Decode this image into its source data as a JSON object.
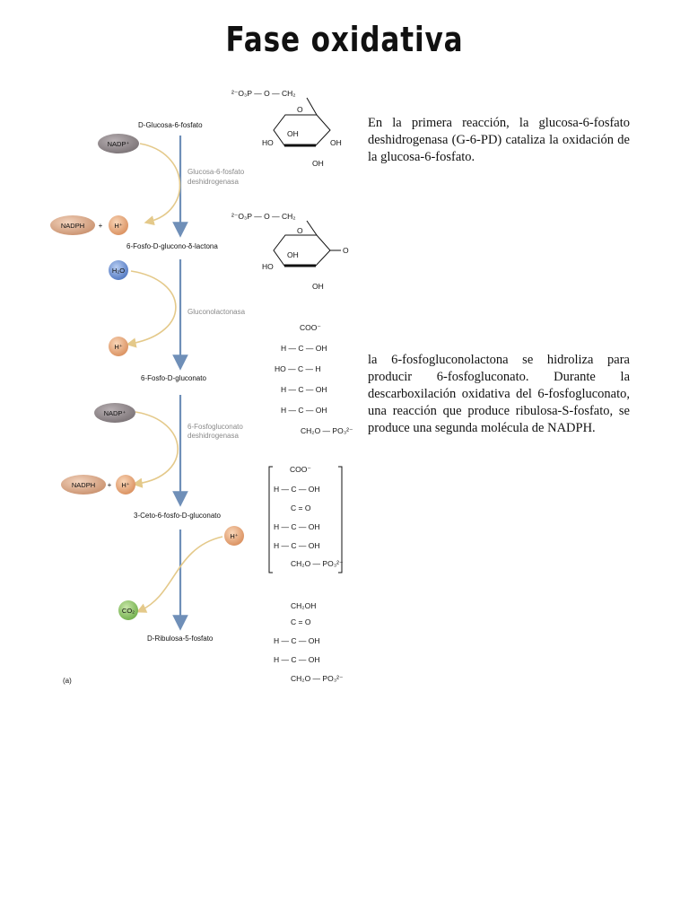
{
  "page": {
    "title": "Fase oxidativa"
  },
  "paragraphs": {
    "p1": "En la primera reacción, la glucosa-6-fosfato deshidrogenasa (G-6-PD) cataliza la oxidación de la glucosa-6-fosfato.",
    "p2": "la 6-fosfogluconolactona se hidroliza para producir 6-fosfogluconato. Durante la descarboxilación oxidativa del 6-fosfogluconato, una reacción que produce ribulosa-S-fosfato, se produce una segunda molécula de NADPH."
  },
  "figure": {
    "compounds": {
      "c1": "D-Glucosa-6-fosfato",
      "c2": "6-Fosfo-D-glucono-δ-lactona",
      "c3": "6-Fosfo-D-gluconato",
      "c4": "3-Ceto-6-fosfo-D-gluconato",
      "c5": "D-Ribulosa-5-fosfato"
    },
    "enzymes": {
      "e1a": "Glucosa-6-fosfato",
      "e1b": "deshidrogenasa",
      "e2": "Gluconolactonasa",
      "e3a": "6-Fosfogluconato",
      "e3b": "deshidrogenasa"
    },
    "cofactors": {
      "nadp1": "NADP⁺",
      "nadph1": "NADPH",
      "plus1": "+",
      "h1": "H⁺",
      "h2o": "H₂O",
      "h2": "H⁺",
      "nadp2": "NADP⁺",
      "nadph2": "NADPH",
      "plus2": "+",
      "h3": "H⁺",
      "h4": "H⁺",
      "co2": "CO₂"
    },
    "panel_label": "(a)",
    "colors": {
      "arrow": "#6f8fb8",
      "curve": "#e4c98a",
      "nadp": "#8e8689",
      "nadph": "#dcab8c",
      "h": "#e5a677",
      "h2o": "#6a8fd0",
      "co2": "#8fc46a"
    }
  },
  "structures": {
    "s1": {
      "phosphate": "²⁻O₃P — O — CH₂",
      "oh_top": "OH",
      "ho_left": "HO",
      "oh_right": "OH",
      "oh_bottom": "OH"
    },
    "s2": {
      "phosphate": "²⁻O₃P — O — CH₂",
      "oh_top": "OH",
      "ho_left": "HO",
      "o_right": "O",
      "oh_bottom": "OH"
    },
    "s3": {
      "r1": "COO⁻",
      "r2": "H — C — OH",
      "r3": "HO — C — H",
      "r4": "H — C — OH",
      "r5": "H — C — OH",
      "r6": "CH₂O — PO₃²⁻"
    },
    "s4": {
      "r1": "COO⁻",
      "r2": "H — C — OH",
      "r3": "C = O",
      "r4": "H — C — OH",
      "r5": "H — C — OH",
      "r6": "CH₂O — PO₃²⁻"
    },
    "s5": {
      "r1": "CH₂OH",
      "r2": "C = O",
      "r3": "H — C — OH",
      "r4": "H — C — OH",
      "r5": "CH₂O — PO₃²⁻"
    }
  }
}
